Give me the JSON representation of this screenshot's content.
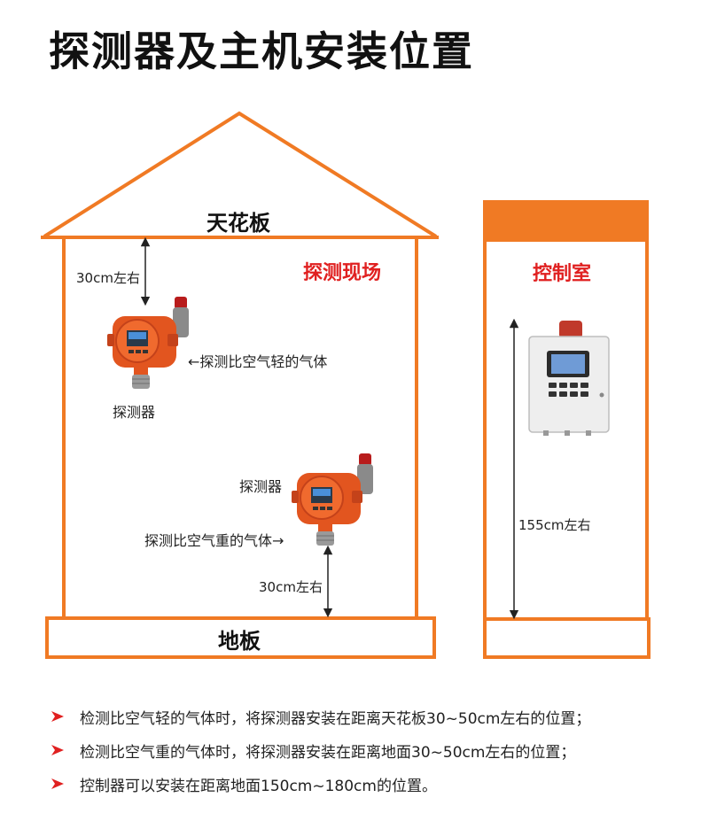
{
  "title": "探测器及主机安装位置",
  "house": {
    "ceiling_label": "天花板",
    "floor_label": "地板",
    "site_label": "探测现场",
    "top_distance": "30cm左右",
    "bottom_distance": "30cm左右",
    "detector_top_label": "探测器",
    "detector_bottom_label": "探测器",
    "light_gas_note": "←探测比空气轻的气体",
    "heavy_gas_note": "探测比空气重的气体→"
  },
  "control_room": {
    "label": "控制室",
    "height_label": "155cm左右"
  },
  "notes": [
    "检测比空气轻的气体时，将探测器安装在距离天花板30~50cm左右的位置；",
    "检测比空气重的气体时，将探测器安装在距离地面30~50cm左右的位置；",
    "控制器可以安装在距离地面150cm~180cm的位置。"
  ],
  "colors": {
    "accent_orange": "#f07a24",
    "heading_red": "#e02020",
    "detector_body": "#e2551f",
    "controller_body": "#eeeeee"
  }
}
